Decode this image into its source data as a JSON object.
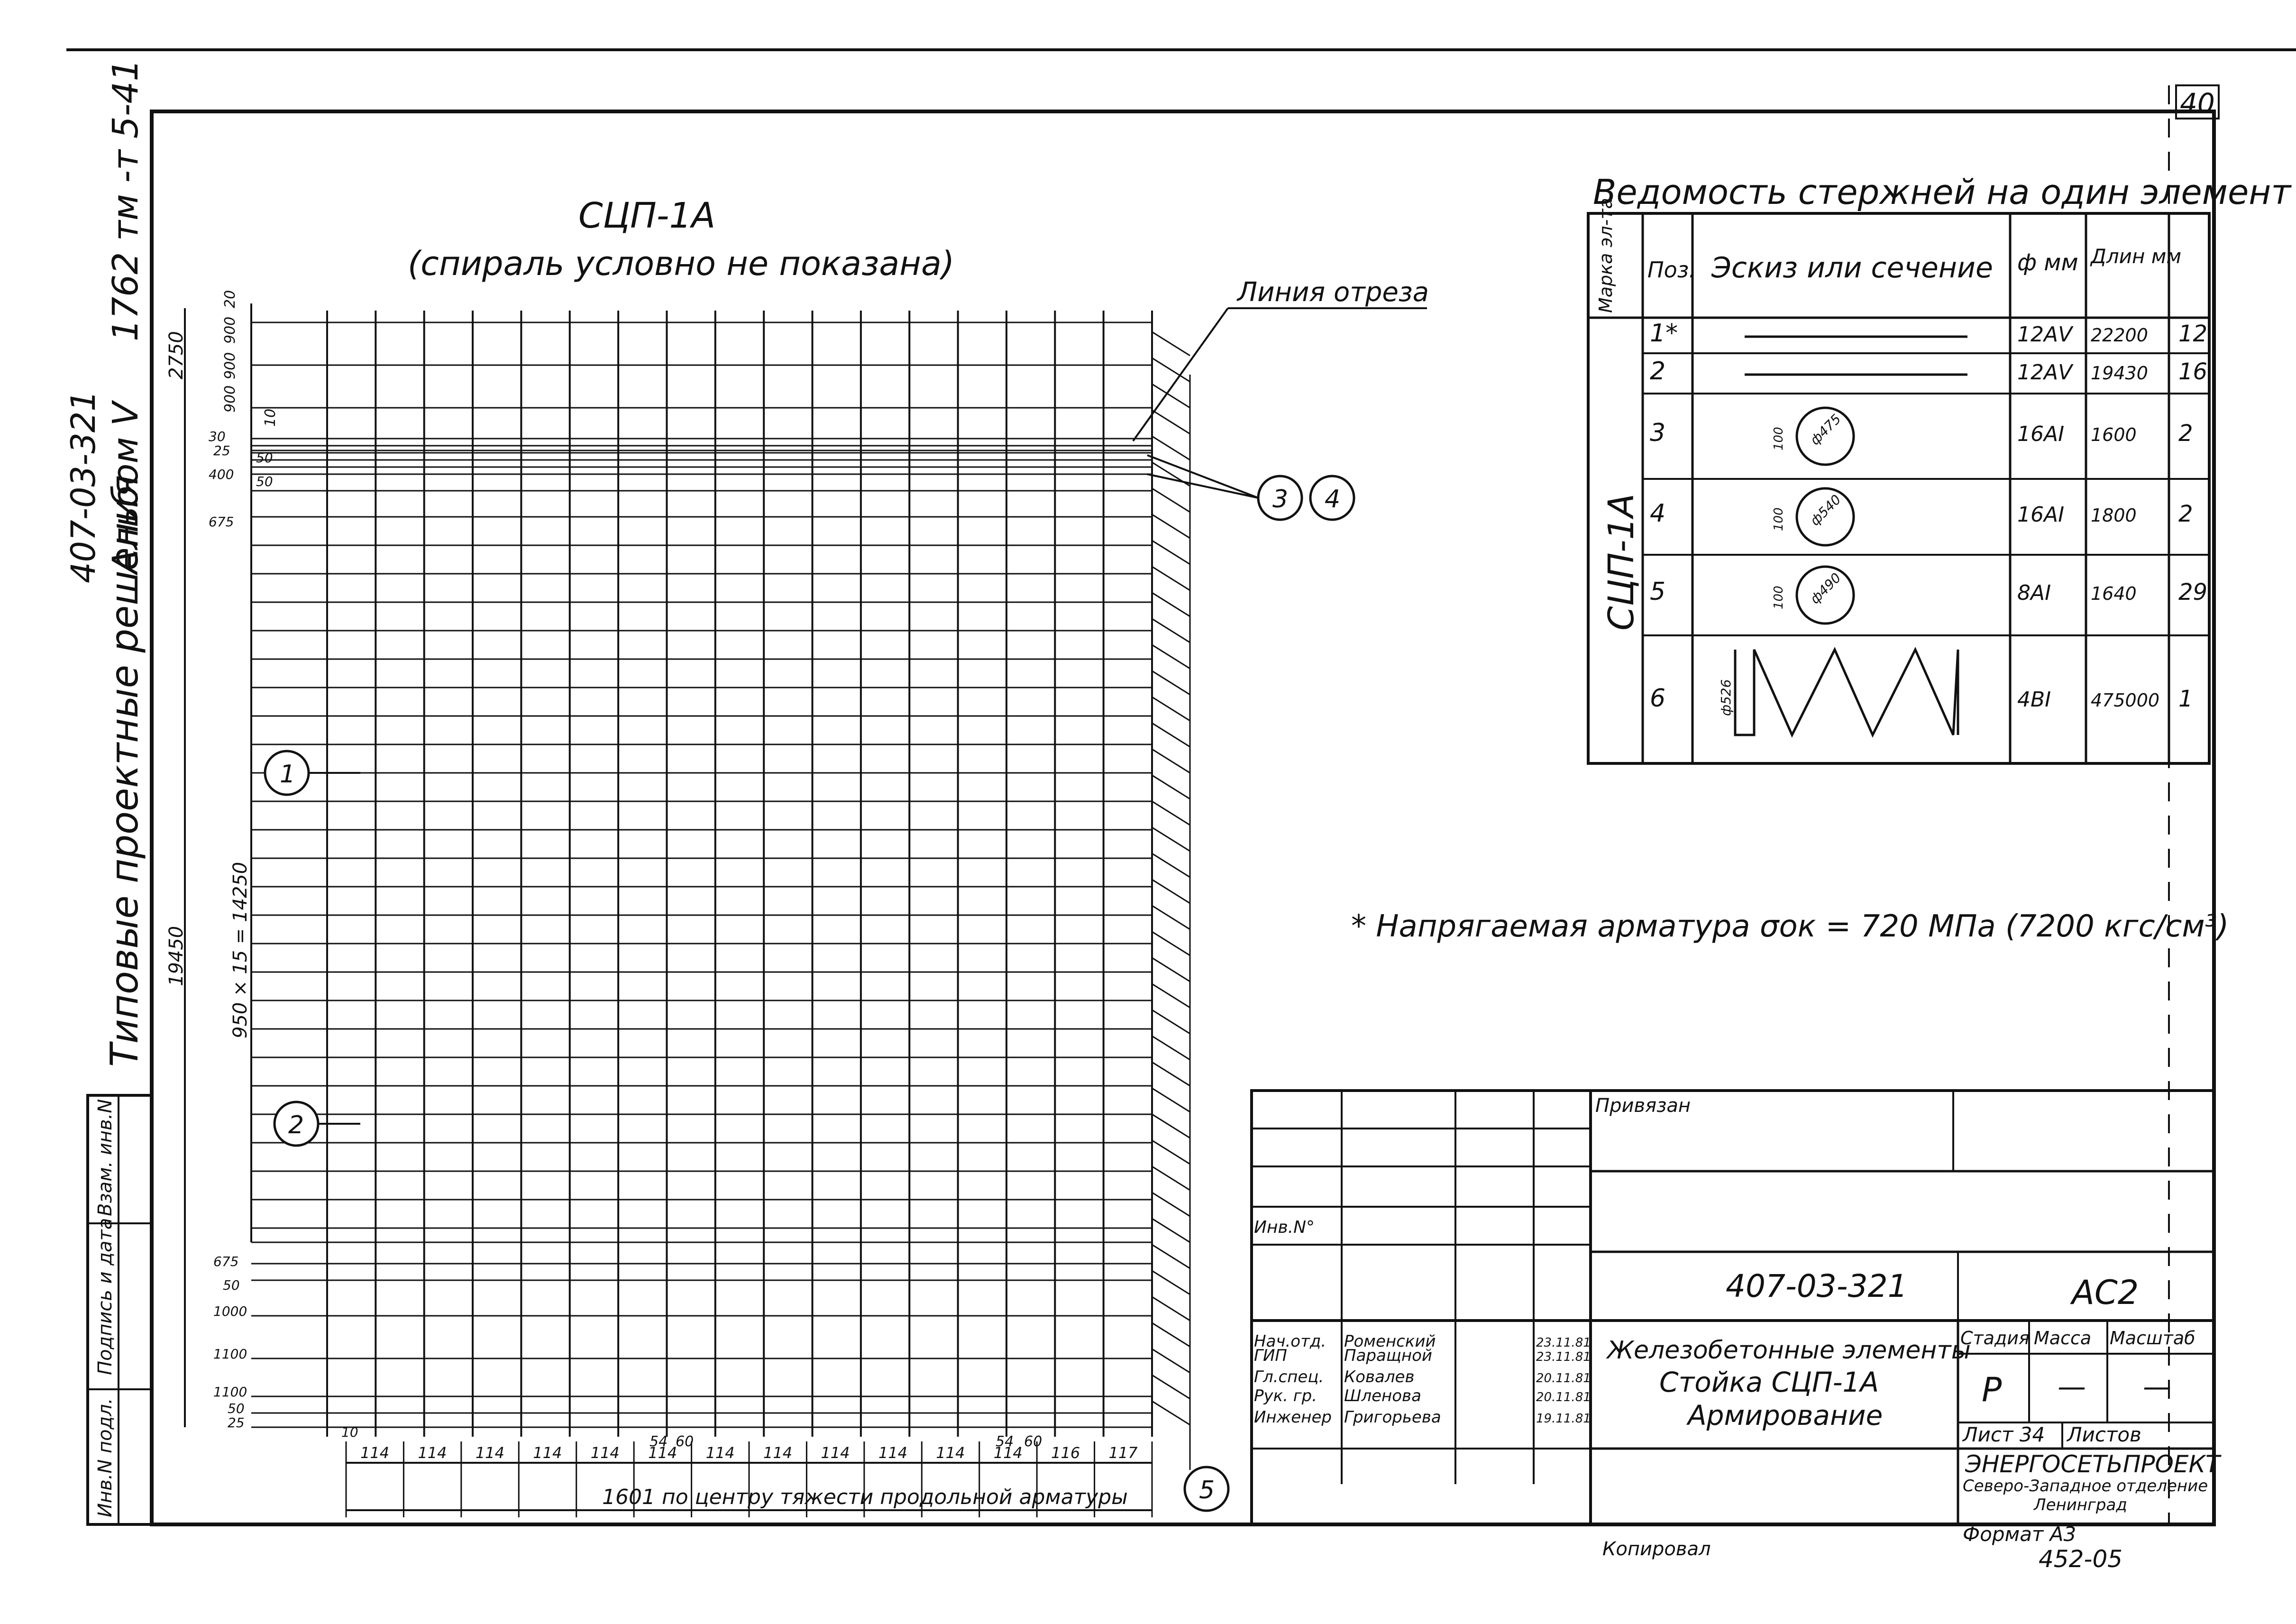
{
  "page_number": "40",
  "side_texts": {
    "series": "1762 тм -т 5-41",
    "album": "407-03-321",
    "album2": "Альбом V",
    "typical": "Типовые проектные решения"
  },
  "drawing": {
    "title": "СЦП-1А",
    "subtitle": "(спираль условно не показана)",
    "cut_line_label": "Линия отреза",
    "callouts": [
      "1",
      "2",
      "3",
      "4",
      "5"
    ],
    "left_dims": {
      "top": [
        "20",
        "900",
        "900",
        "900",
        "10",
        "30",
        "25",
        "50",
        "400",
        "50",
        "675"
      ],
      "overall": [
        "2750",
        "19450",
        "950 × 15 = 14250"
      ],
      "bottom": [
        "675",
        "50",
        "1000",
        "1100",
        "1100",
        "50",
        "25"
      ]
    },
    "bottom_dims": [
      "10",
      "114",
      "114",
      "114",
      "114",
      "114",
      "114",
      "114",
      "114",
      "114",
      "114",
      "114",
      "114",
      "116",
      "117"
    ],
    "small_dims": [
      "54",
      "60",
      "54",
      "60"
    ],
    "total_dim": "1601 по центру тяжести продольной арматуры"
  },
  "schedule": {
    "title": "Ведомость стержней на один элемент",
    "headers": [
      "Марка эл-та",
      "Поз.",
      "Эскиз или сечение",
      "ф мм",
      "Длин мм",
      ""
    ],
    "mark": "СЦП-1А",
    "rows": [
      {
        "pos": "1*",
        "dia": "12АV",
        "len": "22200",
        "qty": "12",
        "sketch": "line"
      },
      {
        "pos": "2",
        "dia": "12АV",
        "len": "19430",
        "qty": "16",
        "sketch": "line"
      },
      {
        "pos": "3",
        "dia": "16АI",
        "len": "1600",
        "qty": "2",
        "sketch": "ring",
        "d": "ф475",
        "h": "100"
      },
      {
        "pos": "4",
        "dia": "16АI",
        "len": "1800",
        "qty": "2",
        "sketch": "ring",
        "d": "ф540",
        "h": "100"
      },
      {
        "pos": "5",
        "dia": "8АI",
        "len": "1640",
        "qty": "29",
        "sketch": "ring",
        "d": "ф490",
        "h": "100"
      },
      {
        "pos": "6",
        "dia": "4ВI",
        "len": "475000",
        "qty": "1",
        "sketch": "spiral",
        "d": "ф526"
      }
    ]
  },
  "note": "* Напрягаемая арматура σок = 720 МПа (7200 кгс/см³)",
  "stamp": {
    "left_vertical": [
      "Инв.N подл.",
      "Подпись и дата",
      "Взам. инв.N"
    ],
    "inv_label": "Инв.N°",
    "privyazan": "Привязан",
    "doc_code": "407-03-321",
    "sheet_code": "АС2",
    "people": [
      {
        "role": "Нач.отд.",
        "name": "Роменский",
        "date": "23.11.81"
      },
      {
        "role": "ГИП",
        "name": "Паращной",
        "date": "23.11.81"
      },
      {
        "role": "Гл.спец.",
        "name": "Ковалев",
        "date": "20.11.81"
      },
      {
        "role": "Рук. гр.",
        "name": "Шленова",
        "date": "20.11.81"
      },
      {
        "role": "Инженер",
        "name": "Григорьева",
        "date": "19.11.81"
      }
    ],
    "title_lines": [
      "Железобетонные элементы",
      "Стойка СЦП-1А",
      "Армирование"
    ],
    "stage_headers": [
      "Стадия",
      "Масса",
      "Масштаб"
    ],
    "stage_values": [
      "Р",
      "—",
      "—"
    ],
    "sheet_label": "Лист 34",
    "sheets_label": "Листов",
    "org": [
      "ЭНЕРГОСЕТЬПРОЕКТ",
      "Северо-Западное отделение",
      "Ленинград"
    ],
    "copied": "Копировал",
    "format": "Формат А3",
    "order": "452-05"
  }
}
